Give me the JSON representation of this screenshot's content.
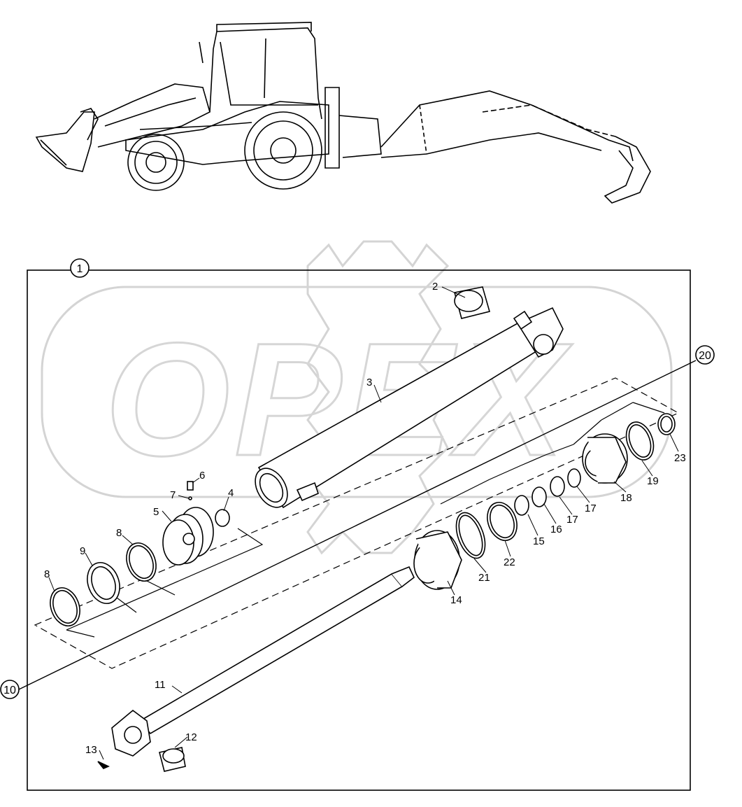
{
  "watermark": {
    "text": "OPEX",
    "color": "#d4d4d4"
  },
  "colors": {
    "line": "#000000",
    "watermark": "#d4d4d4",
    "background": "#ffffff"
  },
  "callouts": {
    "assembly": "1",
    "kit_top": "20",
    "kit_bottom": "10"
  },
  "parts": [
    {
      "id": "p2",
      "label": "2"
    },
    {
      "id": "p3",
      "label": "3"
    },
    {
      "id": "p4",
      "label": "4"
    },
    {
      "id": "p5",
      "label": "5"
    },
    {
      "id": "p6",
      "label": "6"
    },
    {
      "id": "p7",
      "label": "7"
    },
    {
      "id": "p8a",
      "label": "8"
    },
    {
      "id": "p8b",
      "label": "8"
    },
    {
      "id": "p9",
      "label": "9"
    },
    {
      "id": "p11",
      "label": "11"
    },
    {
      "id": "p12",
      "label": "12"
    },
    {
      "id": "p13",
      "label": "13"
    },
    {
      "id": "p14",
      "label": "14"
    },
    {
      "id": "p15",
      "label": "15"
    },
    {
      "id": "p16",
      "label": "16"
    },
    {
      "id": "p17a",
      "label": "17"
    },
    {
      "id": "p17b",
      "label": "17"
    },
    {
      "id": "p18",
      "label": "18"
    },
    {
      "id": "p19",
      "label": "19"
    },
    {
      "id": "p21",
      "label": "21"
    },
    {
      "id": "p22",
      "label": "22"
    },
    {
      "id": "p23",
      "label": "23"
    }
  ]
}
